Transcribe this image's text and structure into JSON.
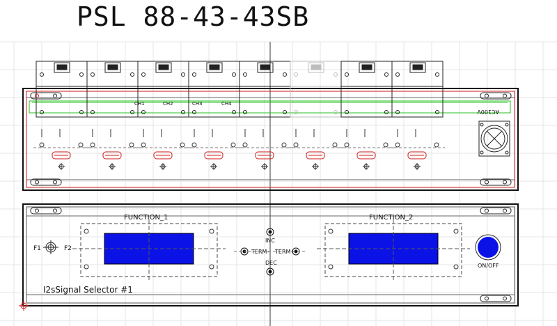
{
  "title": "PSL 88-43-43SB",
  "rear_panel": {
    "channel_labels": [
      "CH1",
      "CH2",
      "CH3",
      "CH4"
    ],
    "power_label": "AC100V",
    "connector_count": 8,
    "ghost_connector_index": 5
  },
  "front_panel": {
    "function_1_label": "FUNCTION_1",
    "function_2_label": "FUNCTION_2",
    "fuse_left_label": "F1",
    "fuse_right_label": "F2",
    "inc_label": "INC",
    "dec_label": "DEC",
    "term_minus_label": "TERM-",
    "term_plus_label": "TERM+",
    "on_off_label": "ON/OFF",
    "device_name": "I2sSignal Selector #1"
  },
  "colors": {
    "display_fill": "#0a12e6",
    "power_button_fill": "#0a12e6",
    "rca_red": "#d01818",
    "guide_green": "#21c21b",
    "outline": "#111111"
  }
}
